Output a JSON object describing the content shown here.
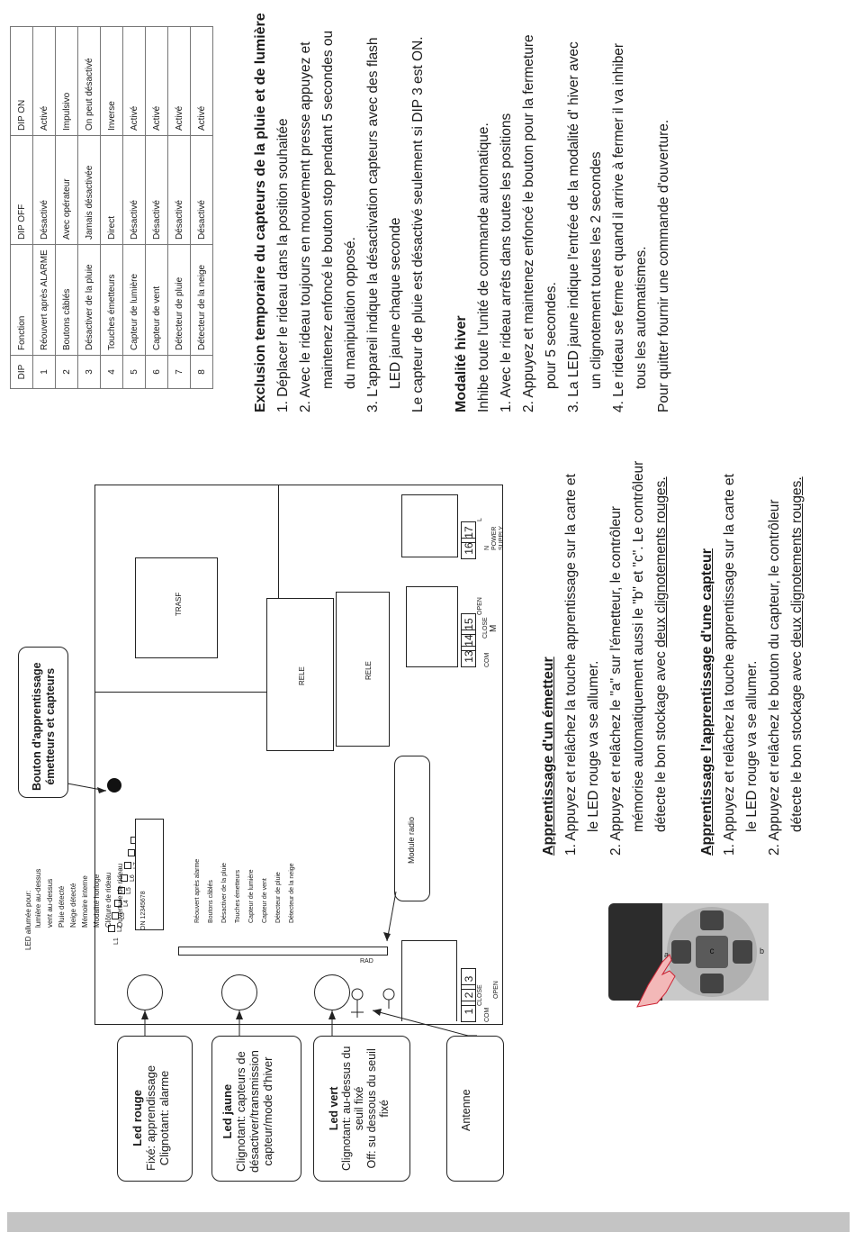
{
  "dip_table": {
    "header": [
      "DIP",
      "Fonction",
      "DIP OFF",
      "DIP ON"
    ],
    "rows": [
      [
        "1",
        "Réouvert après ALARME",
        "Désactivé",
        "Activé"
      ],
      [
        "2",
        "Boutons câblés",
        "Avec opérateur",
        "Impulsivo"
      ],
      [
        "3",
        "Désactiver de la pluie",
        "Jamais désactivée",
        "On peut désactivé"
      ],
      [
        "4",
        "Touches émetteurs",
        "Direct",
        "Inverse"
      ],
      [
        "5",
        "Capteur de lumière",
        "Désactivé",
        "Activé"
      ],
      [
        "6",
        "Capteur de vent",
        "Désactivé",
        "Activé"
      ],
      [
        "7",
        "Détecteur de pluie",
        "Désactivé",
        "Activé"
      ],
      [
        "8",
        "Détecteur de la neige",
        "Désactivé",
        "Activé"
      ]
    ]
  },
  "section_exclusion": {
    "title": "Exclusion temporaire du capteurs de la pluie et de lumière",
    "lines": [
      "1. Déplacer le rideau dans la position souhaitée",
      "2. Avec le rideau toujours en mouvement presse appuyez et",
      "maintenez enfoncé le bouton stop pendant 5 secondes ou",
      "du manipulation opposé.",
      "3. L'appareil indique la désactivation capteurs avec des flash",
      "LED jaune chaque seconde",
      "Le capteur de pluie est désactivé seulement si DIP 3 est ON."
    ]
  },
  "section_hiver": {
    "title": "Modalité hiver",
    "lines": [
      "Inhibe toute l'unité de commande automatique.",
      "1. Avec le rideau arrêts dans toutes les positions",
      "2. Appuyez et maintenez enfoncé le bouton pour la fermeture",
      "pour 5 secondes.",
      "3. La LED jaune indique l'entrée de la modalité d' hiver avec",
      "un clignotement toutes les 2 secondes",
      "4. Le rideau se ferme et quand il arrive à fermer il va inhiber",
      "tous les automatismes.",
      "Pour quitter fournir une commande d'ouverture."
    ]
  },
  "section_emetteur": {
    "title": "Apprentissage d'un émetteur",
    "lines": [
      "1. Appuyez et relâchez la touche apprentissage sur la carte et",
      "le LED rouge va se allumer.",
      "2. Appuyez et relâchez le \"a\" sur l'émetteur, le contrôleur",
      "mémorise automatiquement aussi le \"b\" et \"c\". Le contrôleur",
      "détecte le bon stockage avec "
    ],
    "underlined": "deux clignotements rouges."
  },
  "section_capteur": {
    "title": "Apprentissage l'apprentissage d'une capteur",
    "lines": [
      "1. Appuyez et relâchez la touche apprentissage sur la carte et",
      "le LED rouge va se allumer.",
      "2. Appuyez et relâchez le bouton du capteur, le contrôleur",
      "détecte le bon stockage avec "
    ],
    "underlined": "deux clignotements rouges."
  },
  "board": {
    "callout_button": [
      "Bouton d'apprentissage",
      "émetteurs et capteurs"
    ],
    "trasf": "TRASF",
    "rele1": "RELE",
    "rele2": "RELE",
    "module_radio": "Module radio",
    "rad": "RAD",
    "led_header": "LED allumée pour:",
    "led_items": [
      "lumière au-dessus",
      "vent au-dessus",
      "Pluie détecté",
      "Neige détecté",
      "Mémoire interne",
      "Modalité horloge",
      "Clôture de rideau",
      "Ouverture de rideau"
    ],
    "led_codes": [
      "L1",
      "L2",
      "L3",
      "L4",
      "L5",
      "L6",
      "L7",
      "L8"
    ],
    "dip_on": "ON 12345678",
    "dip_labels": [
      "Réouvert après alarme",
      "Boutons câblés",
      "Désactiver de la pluie",
      "Touches émetteurs",
      "Capteur de lumière",
      "Capteur de vent",
      "Détecteur de pluie",
      "Détecteur de la neige"
    ],
    "term_left": [
      "1",
      "2",
      "3"
    ],
    "term_left_labels": {
      "com": "COM",
      "open": "OPEN",
      "close": "CLOSE"
    },
    "term_mid": [
      "13",
      "14",
      "15"
    ],
    "term_mid_labels": {
      "com": "COM",
      "close": "CLOSE",
      "open": "OPEN",
      "motor": "M"
    },
    "term_right": [
      "16",
      "17"
    ],
    "term_right_labels": {
      "n": "N",
      "l": "L",
      "power": "POWER",
      "supply": "SUPPLY"
    }
  },
  "callouts": {
    "led_rouge": {
      "title": "Led rouge",
      "lines": [
        "Fixé: apprendissage",
        "Clignotant: alarme"
      ]
    },
    "led_jaune": {
      "title": "Led jaune",
      "lines": [
        "Clignotant: capteurs de",
        "désactiver/transmission",
        "capteur/mode d'hiver"
      ]
    },
    "led_vert": {
      "title": "Led vert",
      "lines": [
        "Clignotant: au-dessus du",
        "seuil fixé",
        "Off: su dessous du seuil",
        "fixé"
      ]
    },
    "antenne": {
      "title": "Antenne"
    }
  },
  "remote": {
    "keys": [
      "a",
      "b",
      "c"
    ]
  }
}
